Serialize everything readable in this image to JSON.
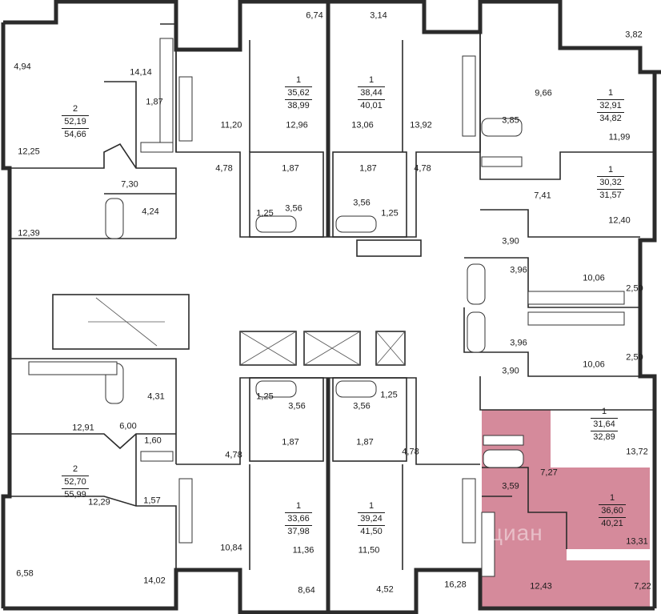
{
  "colors": {
    "highlight": "#c9697f",
    "wall": "#2b2b2b"
  },
  "apartments": [
    {
      "id": "a-left-top",
      "rooms": "2",
      "living": "52,19",
      "total": "54,66"
    },
    {
      "id": "a-mid-left-top",
      "rooms": "1",
      "living": "35,62",
      "total": "38,99"
    },
    {
      "id": "a-mid-right-top",
      "rooms": "1",
      "living": "38,44",
      "total": "40,01"
    },
    {
      "id": "a-right-top",
      "rooms": "1",
      "living": "32,91",
      "total": "34,82"
    },
    {
      "id": "a-right-2",
      "rooms": "1",
      "living": "30,32",
      "total": "31,57"
    },
    {
      "id": "a-right-3",
      "rooms": "1",
      "living": "31,64",
      "total": "32,89"
    },
    {
      "id": "a-selected",
      "rooms": "1",
      "living": "36,60",
      "total": "40,21"
    },
    {
      "id": "a-left-bottom",
      "rooms": "2",
      "living": "52,70",
      "total": "55,99"
    },
    {
      "id": "a-mid-left-bottom",
      "rooms": "1",
      "living": "33,66",
      "total": "37,98"
    },
    {
      "id": "a-mid-right-bottom",
      "rooms": "1",
      "living": "39,24",
      "total": "41,50"
    }
  ],
  "areas": [
    "4,94",
    "14,14",
    "1,87",
    "12,25",
    "7,30",
    "4,24",
    "12,39",
    "6,74",
    "11,20",
    "12,96",
    "4,78",
    "1,87",
    "1,25",
    "3,56",
    "3,14",
    "13,06",
    "13,92",
    "4,78",
    "1,87",
    "3,56",
    "1,25",
    "3,82",
    "9,66",
    "3,85",
    "11,99",
    "7,41",
    "12,40",
    "3,90",
    "3,96",
    "10,06",
    "2,50",
    "3,96",
    "10,06",
    "2,50",
    "3,90",
    "13,72",
    "7,27",
    "3,59",
    "13,31",
    "12,43",
    "7,22",
    "4,31",
    "12,91",
    "6,00",
    "1,60",
    "12,29",
    "1,57",
    "6,58",
    "14,02",
    "1,25",
    "3,56",
    "1,87",
    "4,78",
    "10,84",
    "11,36",
    "8,64",
    "3,56",
    "1,25",
    "1,87",
    "4,78",
    "11,50",
    "4,52",
    "16,28"
  ],
  "watermark": "циан"
}
